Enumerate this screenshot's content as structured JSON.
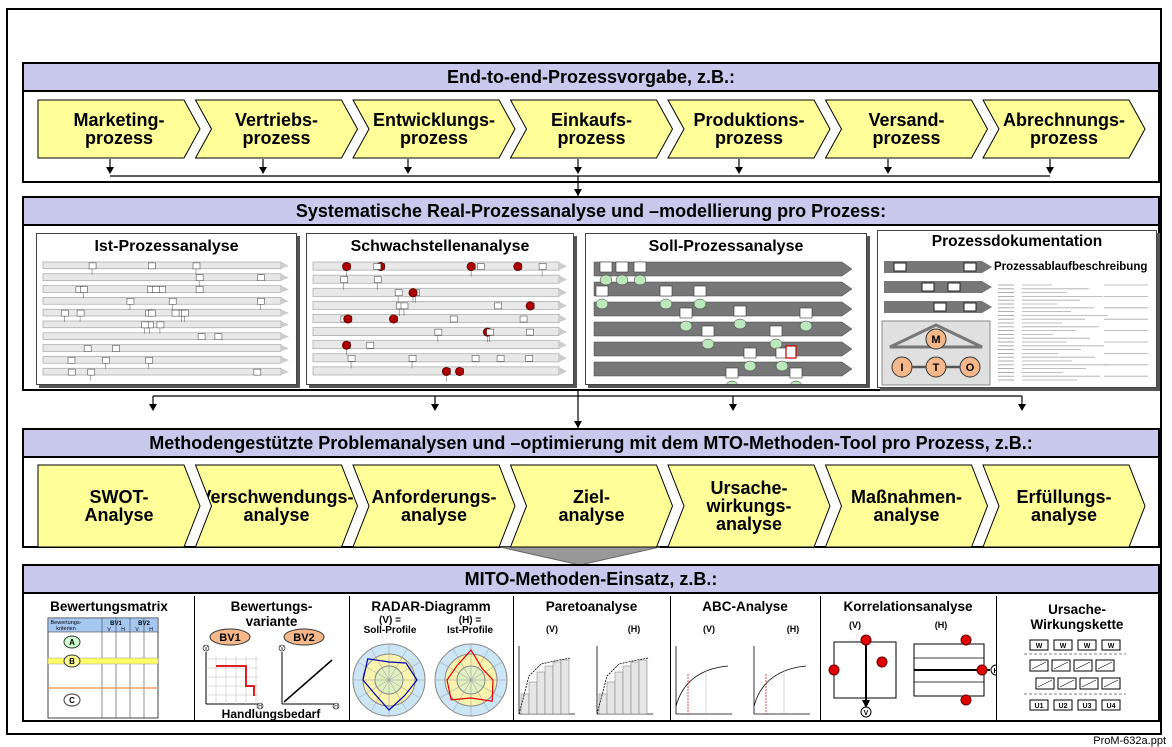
{
  "top": {
    "title": "End-to-end-Prozessvorgabe, z.B.:",
    "processes": [
      {
        "label": "Marketing-\nprozess"
      },
      {
        "label": "Vertriebs-\nprozess"
      },
      {
        "label": "Entwicklungs-\nprozess"
      },
      {
        "label": "Einkaufs-\nprozess"
      },
      {
        "label": "Produktions-\nprozess"
      },
      {
        "label": "Versand-\nprozess"
      },
      {
        "label": "Abrechnungs-\nprozess"
      }
    ]
  },
  "analysis": {
    "title": "Systematische Real-Prozessanalyse und –modellierung pro Prozess:",
    "cards": [
      {
        "title": "Ist-Prozessanalyse"
      },
      {
        "title": "Schwachstellenanalyse"
      },
      {
        "title": "Soll-Prozessanalyse"
      },
      {
        "title": "Prozessdokumentation",
        "subtitle": "Prozessablaufbeschreibung",
        "mto": [
          "M",
          "I",
          "T",
          "O"
        ]
      }
    ]
  },
  "methods": {
    "title": "Methodengestützte Problemanalysen und –optimierung mit dem MTO-Methoden-Tool pro Prozess, z.B.:",
    "items": [
      {
        "label": "SWOT-\nAnalyse"
      },
      {
        "label": "Verschwendungs-\nanalyse"
      },
      {
        "label": "Anforderungs-\nanalyse"
      },
      {
        "label": "Ziel-\nanalyse"
      },
      {
        "label": "Ursache-\nwirkungs-\nanalyse"
      },
      {
        "label": "Maßnahmen-\nanalyse"
      },
      {
        "label": "Erfüllungs-\nanalyse"
      }
    ]
  },
  "mito": {
    "title": "MITO-Methoden-Einsatz, z.B.:",
    "columns": [
      {
        "title": "Bewertungsmatrix",
        "header": [
          "Bewertungs-\nkriterien",
          "BV1",
          "BV2"
        ],
        "sub": [
          "V",
          "H",
          "V",
          "H"
        ],
        "rows": [
          "A",
          "B",
          "C"
        ]
      },
      {
        "title": "Bewertungs-\nvariante",
        "badges": [
          "BV1",
          "BV2"
        ],
        "axis": [
          "V",
          "H"
        ],
        "footer": "Handlungsbedarf"
      },
      {
        "title": "RADAR-Diagramm",
        "labels": [
          "(V) =\nSoll-Profile",
          "(H) =\nIst-Profile"
        ]
      },
      {
        "title": "Paretoanalyse",
        "labels": [
          "(V)",
          "(H)"
        ]
      },
      {
        "title": "ABC-Analyse",
        "labels": [
          "(V)",
          "(H)"
        ]
      },
      {
        "title": "Korrelationsanalyse",
        "labels": [
          "(V)",
          "(H)"
        ],
        "axis": [
          "V",
          "H"
        ]
      },
      {
        "title": "Ursache-\nWirkungskette",
        "w": [
          "W",
          "W",
          "W",
          "W"
        ],
        "u": [
          "U1",
          "U2",
          "U3",
          "U4"
        ]
      }
    ]
  },
  "footer": "ProM-632a.ppt",
  "colors": {
    "banner": "#c9c9ee",
    "chevron": "#ffff99",
    "red": "#e02020",
    "badge": "#f5b88a"
  }
}
